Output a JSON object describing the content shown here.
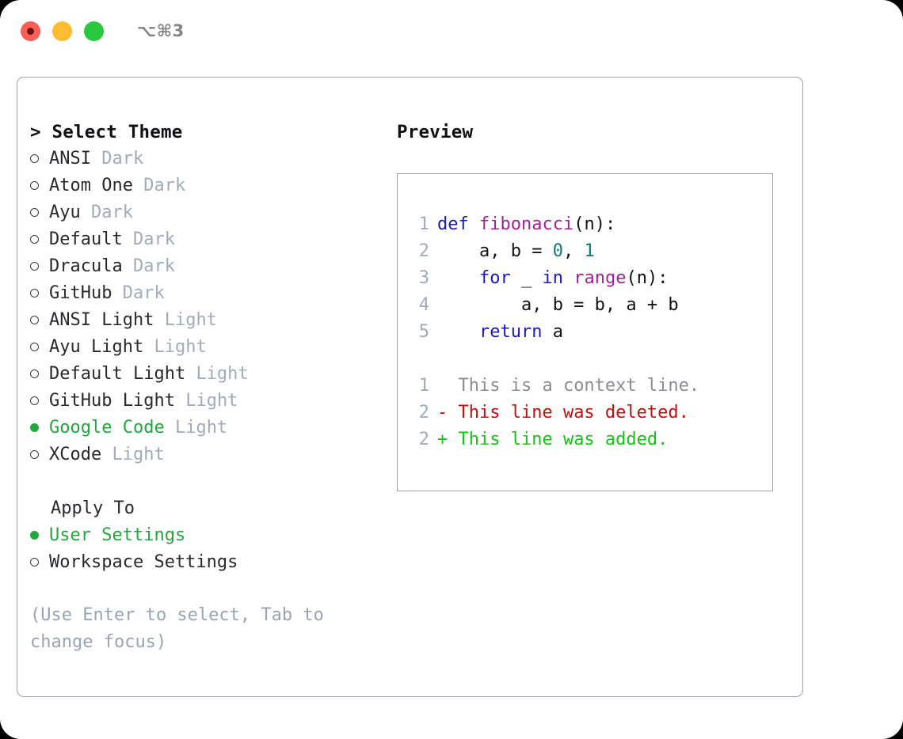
{
  "window": {
    "shortcut": "⌥⌘3",
    "traffic_lights": [
      {
        "name": "close",
        "color": "#fa5e57"
      },
      {
        "name": "minimize",
        "color": "#febc2e"
      },
      {
        "name": "maximize",
        "color": "#28c83f"
      }
    ]
  },
  "theme_picker": {
    "header": "> Select Theme",
    "selected_theme": "Google Code",
    "accent_color": "#22a83f",
    "muted_color": "#a3abb8",
    "items": [
      {
        "bullet": "empty",
        "name": "ANSI",
        "variant": "Dark",
        "selected": false
      },
      {
        "bullet": "empty",
        "name": "Atom One",
        "variant": "Dark",
        "selected": false
      },
      {
        "bullet": "empty",
        "name": "Ayu",
        "variant": "Dark",
        "selected": false
      },
      {
        "bullet": "empty",
        "name": "Default",
        "variant": "Dark",
        "selected": false
      },
      {
        "bullet": "empty",
        "name": "Dracula",
        "variant": "Dark",
        "selected": false
      },
      {
        "bullet": "empty",
        "name": "GitHub",
        "variant": "Dark",
        "selected": false
      },
      {
        "bullet": "empty",
        "name": "ANSI Light",
        "variant": "Light",
        "selected": false
      },
      {
        "bullet": "empty",
        "name": "Ayu Light",
        "variant": "Light",
        "selected": false
      },
      {
        "bullet": "empty",
        "name": "Default Light",
        "variant": "Light",
        "selected": false
      },
      {
        "bullet": "empty",
        "name": "GitHub Light",
        "variant": "Light",
        "selected": false
      },
      {
        "bullet": "filled",
        "name": "Google Code",
        "variant": "Light",
        "selected": true
      },
      {
        "bullet": "empty",
        "name": "XCode",
        "variant": "Light",
        "selected": false
      }
    ]
  },
  "apply_to": {
    "label": "Apply To",
    "selected_option": "User Settings",
    "options": [
      {
        "bullet": "filled",
        "name": "User Settings",
        "selected": true
      },
      {
        "bullet": "empty",
        "name": "Workspace Settings",
        "selected": false
      }
    ]
  },
  "hint": "(Use Enter to select, Tab to change focus)",
  "preview": {
    "title": "Preview",
    "code_lines": [
      {
        "lineno": "1",
        "tokens": [
          {
            "text": "def ",
            "type": "kw"
          },
          {
            "text": "fibonacci",
            "type": "fn"
          },
          {
            "text": "(n):",
            "type": "plain"
          }
        ]
      },
      {
        "lineno": "2",
        "tokens": [
          {
            "text": "    a, b = ",
            "type": "plain"
          },
          {
            "text": "0",
            "type": "num"
          },
          {
            "text": ", ",
            "type": "plain"
          },
          {
            "text": "1",
            "type": "num"
          }
        ]
      },
      {
        "lineno": "3",
        "tokens": [
          {
            "text": "    ",
            "type": "plain"
          },
          {
            "text": "for",
            "type": "kw"
          },
          {
            "text": " _ ",
            "type": "plain"
          },
          {
            "text": "in",
            "type": "kw"
          },
          {
            "text": " ",
            "type": "plain"
          },
          {
            "text": "range",
            "type": "fn"
          },
          {
            "text": "(n):",
            "type": "plain"
          }
        ]
      },
      {
        "lineno": "4",
        "tokens": [
          {
            "text": "        a, b = b, a + b",
            "type": "plain"
          }
        ]
      },
      {
        "lineno": "5",
        "tokens": [
          {
            "text": "    ",
            "type": "plain"
          },
          {
            "text": "return",
            "type": "kw"
          },
          {
            "text": " a",
            "type": "plain"
          }
        ]
      }
    ],
    "diff_lines": [
      {
        "lineno": "1",
        "marker": " ",
        "text": "This is a context line.",
        "type": "ctx"
      },
      {
        "lineno": "2",
        "marker": "-",
        "text": "This line was deleted.",
        "type": "del"
      },
      {
        "lineno": "2",
        "marker": "+",
        "text": "This line was added.",
        "type": "add"
      }
    ]
  }
}
